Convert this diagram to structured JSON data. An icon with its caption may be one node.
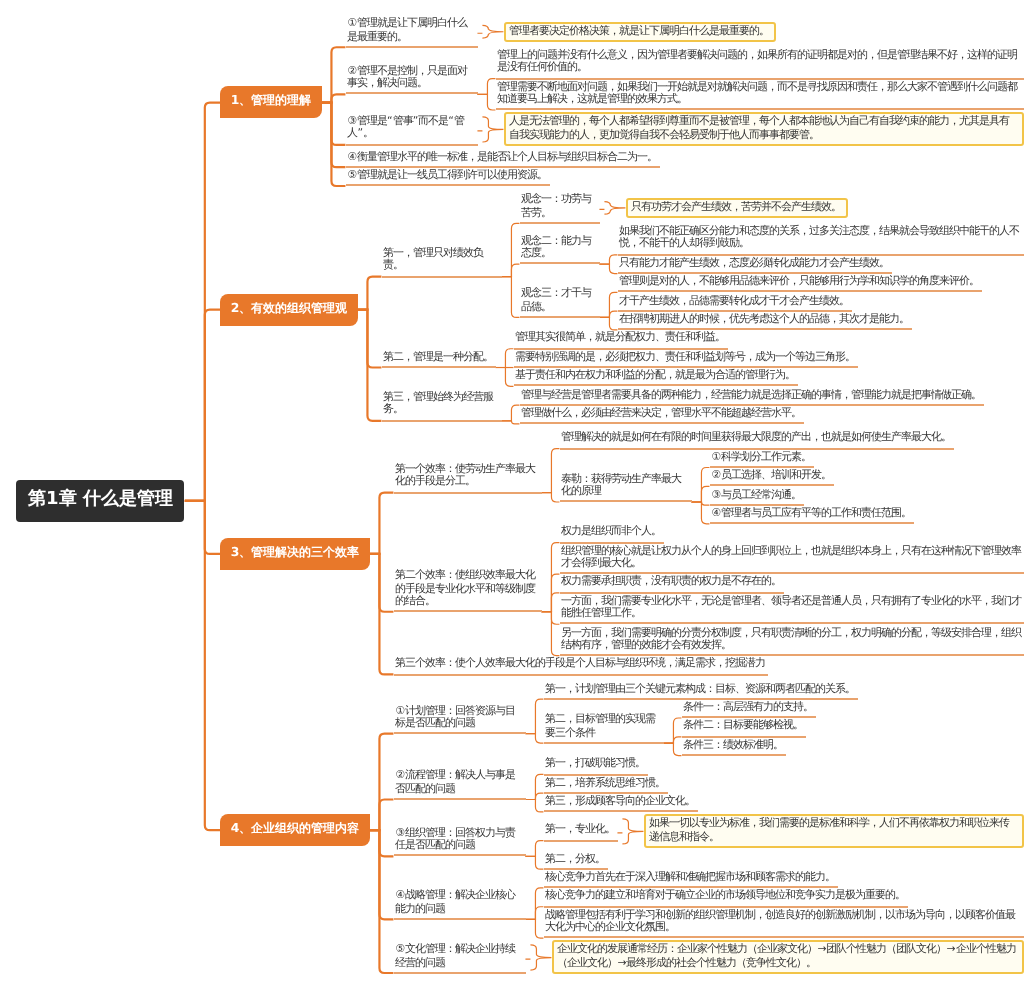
{
  "diagram": {
    "nodes": [
      {
        "text": [
          "第1章 什么是管理"
        ]
      },
      {
        "text": [
          "1、管理的理解"
        ]
      },
      {
        "text": [
          "2、有效的组织管理观"
        ]
      },
      {
        "text": [
          "3、管理解决的三个效率"
        ]
      },
      {
        "text": [
          "4、企业组织的管理内容"
        ]
      },
      {
        "text": [
          "①管理就是让下属明白什么是最重要的。"
        ]
      },
      {
        "text": [
          "管理者要决定价格决策，就是让下属明白什么是最重要的。"
        ]
      },
      {
        "text": [
          "②管理不是控制，只是面对事实，解决问题。"
        ]
      },
      {
        "text": [
          "管理上的问题并没有什么意义，因为管理者要解决问题的，如果所有的证明都是对的，但是管理结果不好，这样的证明是没有任何价值的。"
        ]
      },
      {
        "text": [
          "管理需要不断地面对问题，如果我们一开始就是对就解决问题，而不是寻找原因和责任，那么大家不管遇到什么问题都知道要马上解决，这就是管理的效果方式。"
        ]
      },
      {
        "text": [
          "③管理是“管事”而不是“管人”。"
        ]
      },
      {
        "text": [
          "人是无法管理的，每个人都希望得到尊重而不是被管理，每个人都本能地认为自己有自我约束的能力，尤其是具有自我实现能力的人，更加觉得自我不会轻易受制于他人而事事都要管。"
        ]
      },
      {
        "text": [
          "④衡量管理水平的唯一标准，是能否让个人目标与组织目标合二为一。"
        ]
      },
      {
        "text": [
          "⑤管理就是让一线员工得到许可以使用资源。"
        ]
      },
      {
        "text": [
          "第一，管理只对绩效负责。"
        ]
      },
      {
        "text": [
          "观念一：功劳与苦劳。"
        ]
      },
      {
        "text": [
          "只有功劳才会产生绩效，苦劳并不会产生绩效。"
        ]
      },
      {
        "text": [
          "观念二：能力与态度。"
        ]
      },
      {
        "text": [
          "如果我们不能正确区分能力和态度的关系，过多关注态度，结果就会导致组织中能干的人不悦，不能干的人却得到鼓励。"
        ]
      },
      {
        "text": [
          "只有能力才能产生绩效，态度必须转化成能力才会产生绩效。"
        ]
      },
      {
        "text": [
          "观念三：才干与品德。"
        ]
      },
      {
        "text": [
          "管理则是对的人，不能够用品德来评价，只能够用行为学和知识学的角度来评价。"
        ]
      },
      {
        "text": [
          "才干产生绩效，品德需要转化成才干才会产生绩效。"
        ]
      },
      {
        "text": [
          "在招聘初期进人的时候，优先考虑这个人的品德，其次才是能力。"
        ]
      },
      {
        "text": [
          "第二，管理是一种分配。"
        ]
      },
      {
        "text": [
          "管理其实很简单，就是分配权力、责任和利益。"
        ]
      },
      {
        "text": [
          "需要特别强调的是，必须把权力、责任和利益划等号，成为一个等边三角形。"
        ]
      },
      {
        "text": [
          "基于责任和内在权力和利益的分配，就是最为合适的管理行为。"
        ]
      },
      {
        "text": [
          "第三，管理始终为经营服务。"
        ]
      },
      {
        "text": [
          "管理与经营是管理者需要具备的两种能力，经营能力就是选择正确的事情，管理能力就是把事情做正确。"
        ]
      },
      {
        "text": [
          "管理做什么，必须由经营来决定，管理水平不能超越经营水平。"
        ]
      },
      {
        "text": [
          "第一个效率：使劳动生产率最大化的手段是分工。"
        ]
      },
      {
        "text": [
          "管理解决的就是如何在有限的时间里获得最大限度的产出，也就是如何使生产率最大化。"
        ]
      },
      {
        "text": [
          "泰勒：获得劳动生产率最大化的原理"
        ]
      },
      {
        "text": [
          "①科学划分工作元素。"
        ]
      },
      {
        "text": [
          "②员工选择、培训和开发。"
        ]
      },
      {
        "text": [
          "③与员工经常沟通。"
        ]
      },
      {
        "text": [
          "④管理者与员工应有平等的工作和责任范围。"
        ]
      },
      {
        "text": [
          "第二个效率：使组织效率最大化的手段是专业化水平和等级制度的结合。"
        ]
      },
      {
        "text": [
          "权力是组织而非个人。"
        ]
      },
      {
        "text": [
          "组织管理的核心就是让权力从个人的身上回归到职位上，也就是组织本身上，只有在这种情况下管理效率才会得到最大化。"
        ]
      },
      {
        "text": [
          "权力需要承担职责，没有职责的权力是不存在的。"
        ]
      },
      {
        "text": [
          "一方面，我们需要专业化水平，无论是管理者、领导者还是普通人员，只有拥有了专业化的水平，我们才能胜任管理工作。"
        ]
      },
      {
        "text": [
          "另一方面，我们需要明确的分责分权制度，只有职责清晰的分工，权力明确的分配，等级安排合理，组织结构有序，管理的效能才会有效发挥。"
        ]
      },
      {
        "text": [
          "第三个效率：使个人效率最大化的手段是个人目标与组织环境，满足需求，挖掘潜力"
        ]
      },
      {
        "text": [
          "①计划管理：回答资源与目标是否匹配的问题"
        ]
      },
      {
        "text": [
          "第一，计划管理由三个关键元素构成：目标、资源和两者匹配的关系。"
        ]
      },
      {
        "text": [
          "第二，目标管理的实现需要三个条件"
        ]
      },
      {
        "text": [
          "条件一：高层强有力的支持。"
        ]
      },
      {
        "text": [
          "条件二：目标要能够检视。"
        ]
      },
      {
        "text": [
          "条件三：绩效标准明。"
        ]
      },
      {
        "text": [
          "②流程管理：解决人与事是否匹配的问题"
        ]
      },
      {
        "text": [
          "第一，打破职能习惯。"
        ]
      },
      {
        "text": [
          "第二，培养系统思维习惯。"
        ]
      },
      {
        "text": [
          "第三，形成顾客导向的企业文化。"
        ]
      },
      {
        "text": [
          "③组织管理：回答权力与责任是否匹配的问题"
        ]
      },
      {
        "text": [
          "第一，专业化。"
        ]
      },
      {
        "text": [
          "如果一切以专业为标准，我们需要的是标准和科学，人们不再依靠权力和职位来传递信息和指令。"
        ]
      },
      {
        "text": [
          "第二，分权。"
        ]
      },
      {
        "text": [
          "④战略管理：解决企业核心能力的问题"
        ]
      },
      {
        "text": [
          "核心竞争力首先在于深入理解和准确把握市场和顾客需求的能力。"
        ]
      },
      {
        "text": [
          "核心竞争力的建立和培育对于确立企业的市场领导地位和竞争实力是极为重要的。"
        ]
      },
      {
        "text": [
          "战略管理包括有利于学习和创新的组织管理机制，创造良好的创新激励机制，以市场为导向，以顾客价值最大化为中心的企业文化氛围。"
        ]
      },
      {
        "text": [
          "⑤文化管理：解决企业持续经营的问题"
        ]
      },
      {
        "text": [
          "企业文化的发展通常经历：企业家个性魅力（企业家文化）→团队个性魅力（团队文化）→企业个性魅力（企业文化）→最终形成的社会个性魅力（竞争性文化）。"
        ]
      }
    ],
    "edges": [
      {
        "from": 0,
        "to": 1,
        "arrow": "none"
      },
      {
        "from": 0,
        "to": 2,
        "arrow": "none"
      },
      {
        "from": 0,
        "to": 3,
        "arrow": "none"
      },
      {
        "from": 0,
        "to": 4,
        "arrow": "none"
      },
      {
        "from": 1,
        "to": 5,
        "arrow": "none"
      },
      {
        "from": 5,
        "to": 6,
        "arrow": "none"
      },
      {
        "from": 1,
        "to": 7,
        "arrow": "none"
      },
      {
        "from": 7,
        "to": 8,
        "arrow": "none"
      },
      {
        "from": 7,
        "to": 9,
        "arrow": "none"
      },
      {
        "from": 1,
        "to": 10,
        "arrow": "none"
      },
      {
        "from": 10,
        "to": 11,
        "arrow": "none"
      },
      {
        "from": 1,
        "to": 12,
        "arrow": "none"
      },
      {
        "from": 1,
        "to": 13,
        "arrow": "none"
      },
      {
        "from": 2,
        "to": 14,
        "arrow": "none"
      },
      {
        "from": 14,
        "to": 15,
        "arrow": "none"
      },
      {
        "from": 15,
        "to": 16,
        "arrow": "none"
      },
      {
        "from": 14,
        "to": 17,
        "arrow": "none"
      },
      {
        "from": 17,
        "to": 18,
        "arrow": "none"
      },
      {
        "from": 17,
        "to": 19,
        "arrow": "none"
      },
      {
        "from": 14,
        "to": 20,
        "arrow": "none"
      },
      {
        "from": 20,
        "to": 21,
        "arrow": "none"
      },
      {
        "from": 20,
        "to": 22,
        "arrow": "none"
      },
      {
        "from": 20,
        "to": 23,
        "arrow": "none"
      },
      {
        "from": 2,
        "to": 24,
        "arrow": "none"
      },
      {
        "from": 24,
        "to": 25,
        "arrow": "none"
      },
      {
        "from": 24,
        "to": 26,
        "arrow": "none"
      },
      {
        "from": 24,
        "to": 27,
        "arrow": "none"
      },
      {
        "from": 2,
        "to": 28,
        "arrow": "none"
      },
      {
        "from": 28,
        "to": 29,
        "arrow": "none"
      },
      {
        "from": 28,
        "to": 30,
        "arrow": "none"
      },
      {
        "from": 3,
        "to": 31,
        "arrow": "none"
      },
      {
        "from": 31,
        "to": 32,
        "arrow": "none"
      },
      {
        "from": 31,
        "to": 33,
        "arrow": "none"
      },
      {
        "from": 33,
        "to": 34,
        "arrow": "none"
      },
      {
        "from": 33,
        "to": 35,
        "arrow": "none"
      },
      {
        "from": 33,
        "to": 36,
        "arrow": "none"
      },
      {
        "from": 33,
        "to": 37,
        "arrow": "none"
      },
      {
        "from": 3,
        "to": 38,
        "arrow": "none"
      },
      {
        "from": 38,
        "to": 39,
        "arrow": "none"
      },
      {
        "from": 38,
        "to": 40,
        "arrow": "none"
      },
      {
        "from": 38,
        "to": 41,
        "arrow": "none"
      },
      {
        "from": 38,
        "to": 42,
        "arrow": "none"
      },
      {
        "from": 38,
        "to": 43,
        "arrow": "none"
      },
      {
        "from": 3,
        "to": 44,
        "arrow": "none"
      },
      {
        "from": 4,
        "to": 45,
        "arrow": "none"
      },
      {
        "from": 45,
        "to": 46,
        "arrow": "none"
      },
      {
        "from": 45,
        "to": 47,
        "arrow": "none"
      },
      {
        "from": 47,
        "to": 48,
        "arrow": "none"
      },
      {
        "from": 47,
        "to": 49,
        "arrow": "none"
      },
      {
        "from": 47,
        "to": 50,
        "arrow": "none"
      },
      {
        "from": 4,
        "to": 51,
        "arrow": "none"
      },
      {
        "from": 51,
        "to": 52,
        "arrow": "none"
      },
      {
        "from": 51,
        "to": 53,
        "arrow": "none"
      },
      {
        "from": 51,
        "to": 54,
        "arrow": "none"
      },
      {
        "from": 4,
        "to": 55,
        "arrow": "none"
      },
      {
        "from": 55,
        "to": 56,
        "arrow": "none"
      },
      {
        "from": 56,
        "to": 57,
        "arrow": "none"
      },
      {
        "from": 55,
        "to": 58,
        "arrow": "none"
      },
      {
        "from": 4,
        "to": 59,
        "arrow": "none"
      },
      {
        "from": 59,
        "to": 60,
        "arrow": "none"
      },
      {
        "from": 59,
        "to": 61,
        "arrow": "none"
      },
      {
        "from": 59,
        "to": 62,
        "arrow": "none"
      },
      {
        "from": 4,
        "to": 63,
        "arrow": "none"
      },
      {
        "from": 63,
        "to": 64,
        "arrow": "none"
      }
    ]
  }
}
